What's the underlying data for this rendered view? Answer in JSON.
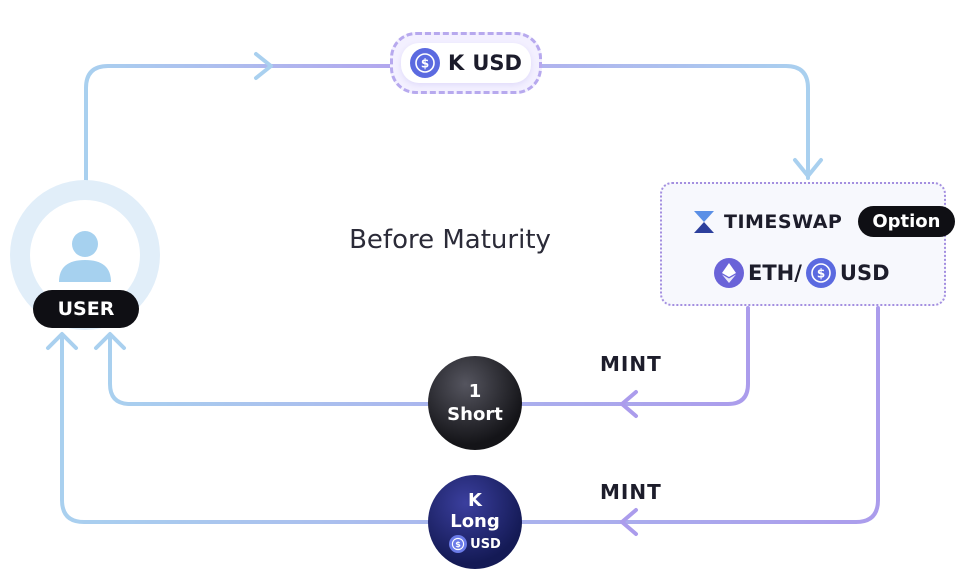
{
  "diagram": {
    "title": "Before Maturity",
    "user_label": "USER",
    "asset_token": {
      "amount": "K",
      "symbol": "USD",
      "icon": "usd-coin-icon"
    },
    "market": {
      "brand": "TIMESWAP",
      "brand_icon": "timeswap-logo-icon",
      "badge": "Option",
      "pair_base": "ETH/",
      "pair_quote": "USD",
      "base_icon": "eth-icon",
      "quote_icon": "usd-coin-icon"
    },
    "flows": {
      "mint_short": "MINT",
      "mint_long": "MINT"
    },
    "short_token": {
      "amount": "1",
      "name": "Short"
    },
    "long_token": {
      "amount": "K",
      "name": "Long",
      "unit": "USD",
      "unit_icon": "usd-coin-icon"
    },
    "colors": {
      "flow_blue": "#a9d0ef",
      "flow_purple": "#a99aeb",
      "accent_coin": "#5b6ae0"
    }
  }
}
